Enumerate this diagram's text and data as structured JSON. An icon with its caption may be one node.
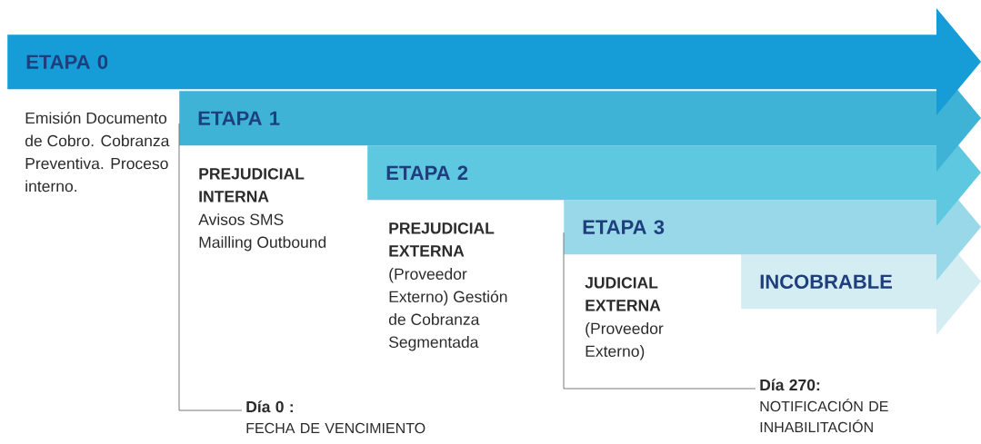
{
  "diagram": {
    "nodes": [
      {
        "text": [
          "ETAPA 0"
        ],
        "beside": [
          "Emisión Documento de Cobro. Cobranza Preventiva. Proceso interno."
        ]
      },
      {
        "text": [
          "ETAPA 1"
        ],
        "beside": [
          "PREJUDICIAL INTERNA",
          "Avisos SMS Mailling Outbound"
        ]
      },
      {
        "text": [
          "ETAPA 2"
        ],
        "beside": [
          "PREJUDICIAL EXTERNA",
          "(Proveedor Externo) Gestión de Cobranza Segmentada"
        ]
      },
      {
        "text": [
          "ETAPA 3"
        ],
        "beside": [
          "JUDICIAL EXTERNA",
          "(Proveedor Externo)"
        ]
      },
      {
        "text": [
          "INCOBRABLE"
        ]
      },
      {
        "text": [
          "Día 0 :",
          "FECHA DE VENCIMIENTO"
        ]
      },
      {
        "text": [
          "Día 270:",
          "NOTIFICACIÓN DE INHABILITACIÓN"
        ]
      }
    ],
    "edges": [
      {
        "from": 5,
        "to": 1,
        "arrow": "none"
      },
      {
        "from": 6,
        "to": 3,
        "arrow": "none"
      }
    ]
  }
}
